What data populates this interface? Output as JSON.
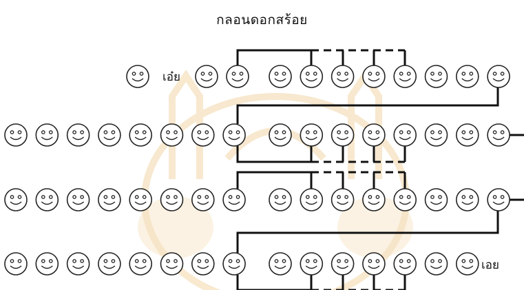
{
  "title": "กลอนดอกสร้อย",
  "labels": {
    "start_word": "เอ๋ย",
    "end_word": "เอย"
  },
  "colors": {
    "line": "#111111",
    "face_stroke": "#222222",
    "watermark": "#f2d7a8"
  },
  "poem_structure": {
    "lines": [
      {
        "line_no": 1,
        "first_half_syllables": 3,
        "second_half_syllables": 8,
        "word_after_first_syllable": "เอ๋ย"
      },
      {
        "line_no": 2,
        "first_half_syllables": 8,
        "second_half_syllables": 8
      },
      {
        "line_no": 3,
        "first_half_syllables": 8,
        "second_half_syllables": 8
      },
      {
        "line_no": 4,
        "first_half_syllables": 8,
        "second_half_syllables": 7,
        "word_at_end": "เอย"
      }
    ]
  }
}
